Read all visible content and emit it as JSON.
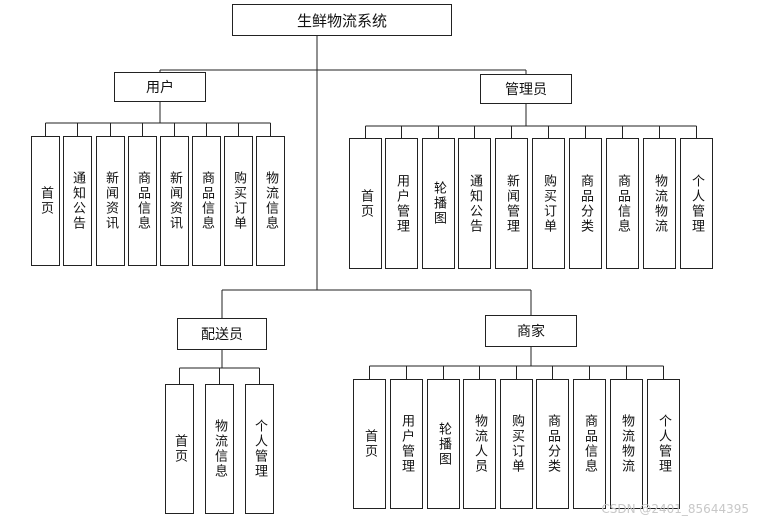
{
  "root": {
    "label": "生鲜物流系统"
  },
  "groups": [
    {
      "label": "用户",
      "children": [
        "首页",
        "通知公告",
        "新闻资讯",
        "商品信息",
        "新闻资讯",
        "商品信息",
        "购买订单",
        "物流信息"
      ]
    },
    {
      "label": "管理员",
      "children": [
        "首页",
        "用户管理",
        "轮播图",
        "通知公告",
        "新闻管理",
        "购买订单",
        "商品分类",
        "商品信息",
        "物流物流",
        "个人管理"
      ]
    },
    {
      "label": "配送员",
      "children": [
        "首页",
        "物流信息",
        "个人管理"
      ]
    },
    {
      "label": "商家",
      "children": [
        "首页",
        "用户管理",
        "轮播图",
        "物流人员",
        "购买订单",
        "商品分类",
        "商品信息",
        "物流物流",
        "个人管理"
      ]
    }
  ],
  "watermark": "CSDN @2401_85644395"
}
